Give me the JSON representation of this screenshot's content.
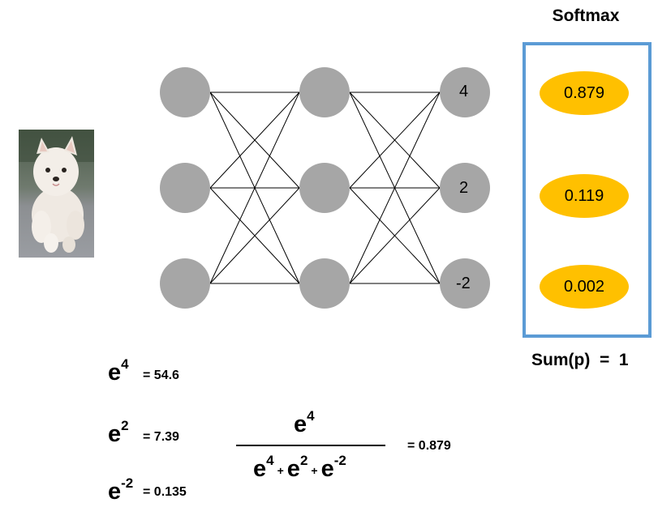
{
  "softmax": {
    "title": "Softmax",
    "probabilities": [
      "0.879",
      "0.119",
      "0.002"
    ],
    "sum_label": "Sum(p)  =  1",
    "border_color": "#5b9bd5",
    "ellipse_color": "#ffc000"
  },
  "network": {
    "layers": 3,
    "nodes_per_layer": 3,
    "node_color": "#a6a6a6",
    "output_logits": [
      "4",
      "2",
      "-2"
    ]
  },
  "exponentials": [
    {
      "base": "e",
      "exp": "4",
      "value": "= 54.6"
    },
    {
      "base": "e",
      "exp": "2",
      "value": "= 7.39"
    },
    {
      "base": "e",
      "exp": "-2",
      "value": "= 0.135"
    }
  ],
  "fraction": {
    "numerator": {
      "base": "e",
      "exp": "4"
    },
    "denominator": [
      {
        "base": "e",
        "exp": "4"
      },
      {
        "base": "e",
        "exp": "2"
      },
      {
        "base": "e",
        "exp": "-2"
      }
    ],
    "plus": "+",
    "result": "= 0.879"
  },
  "input_image": {
    "icon": "white-fluffy-puppy-photo"
  }
}
